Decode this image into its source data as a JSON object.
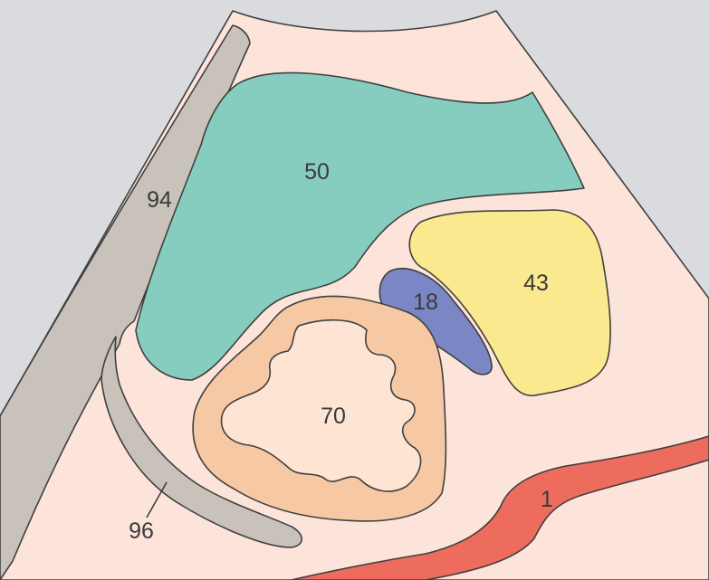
{
  "colors": {
    "background": "#d9dbde",
    "field": "#fde4da",
    "teal_region": "#86cdbf",
    "yellow_region": "#fbe98f",
    "blue_region": "#7b87c4",
    "orange_ring": "#f6c8a4",
    "orange_inner": "#fde4d3",
    "red_band": "#ed6c5d",
    "gray_band": "#c9c2bb"
  },
  "labels": {
    "teal": "50",
    "yellow": "43",
    "blue": "18",
    "orange": "70",
    "red": "1",
    "gray_wall": "94",
    "gray_curve": "96"
  }
}
